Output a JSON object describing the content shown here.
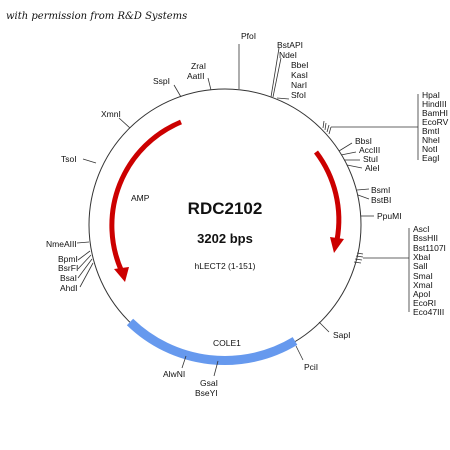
{
  "credit": "with permission from R&D Systems",
  "plasmid": {
    "name": "RDC2102",
    "size": "3202 bps",
    "insert": "hLECT2 (1-151)"
  },
  "features": {
    "amp": "AMP",
    "cole1": "COLE1"
  },
  "colors": {
    "backbone": "#333333",
    "arrow": "#cc0000",
    "origin": "#6699ee"
  },
  "sites": {
    "pfol": "PfoI",
    "bstapi": "BstAPI",
    "ndei": "NdeI",
    "bbei": "BbeI",
    "kasi": "KasI",
    "nari": "NarI",
    "sfoi": "SfoI",
    "zrai": "ZraI",
    "aatii": "AatII",
    "sspi": "SspI",
    "xmni": "XmnI",
    "tsoi": "TsoI",
    "hpai": "HpaI",
    "hindiii": "HindIII",
    "bamhi": "BamHI",
    "ecorv": "EcoRV",
    "bmti": "BmtI",
    "nhei": "NheI",
    "noti": "NotI",
    "eagi": "EagI",
    "bbsi": "BbsI",
    "acciii": "AccIII",
    "stui": "StuI",
    "alei": "AleI",
    "bsmi": "BsmI",
    "bstbi": "BstBI",
    "ppumi": "PpuMI",
    "asci": "AscI",
    "bsshii": "BssHII",
    "bst1107i": "Bst1107I",
    "xbai": "XbaI",
    "sali": "SalI",
    "smai": "SmaI",
    "xmai": "XmaI",
    "apoi": "ApoI",
    "ecori": "EcoRI",
    "eco47iii": "Eco47III",
    "nmeaiii": "NmeAIII",
    "bpmi": "BpmI",
    "bsrfi": "BsrFI",
    "bsai": "BsaI",
    "ahdi": "AhdI",
    "sapi": "SapI",
    "pcii": "PciI",
    "alwni": "AlwNI",
    "gsai": "GsaI",
    "bseyi": "BseYI"
  }
}
